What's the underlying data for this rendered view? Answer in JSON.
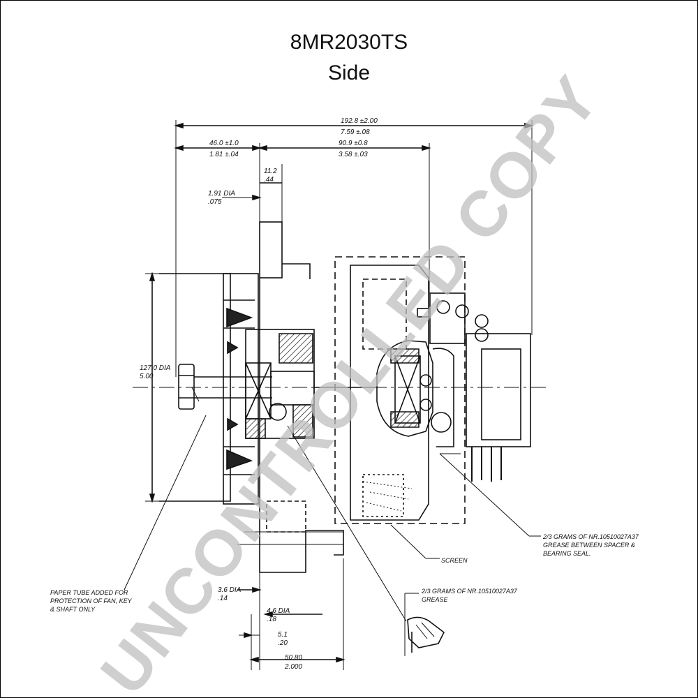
{
  "header": {
    "part_number": "8MR2030TS",
    "view": "Side"
  },
  "dimensions": {
    "overall_length": [
      "192.8 ±2.00",
      "7.59 ±.08"
    ],
    "front_offset": [
      "46.0 ±1.0",
      "1.81 ±.04"
    ],
    "rear_length": [
      "90.9 ±0.8",
      "3.58 ±.03"
    ],
    "flange": [
      "11.2",
      ".44"
    ],
    "hole_dia": [
      "1.91 DIA",
      ".075"
    ],
    "pulley_dia": [
      "127.0 DIA",
      "5.00"
    ],
    "bottom_dia_1": [
      "3.6 DIA",
      ".14"
    ],
    "bottom_dia_2": [
      "4.6 DIA",
      ".18"
    ],
    "bottom_small": [
      "5.1",
      ".20"
    ],
    "bottom_width": [
      "50.80",
      "2.000"
    ]
  },
  "notes": {
    "paper_tube": [
      "PAPER TUBE ADDED FOR",
      "PROTECTION OF FAN, KEY",
      "& SHAFT ONLY"
    ],
    "grease_upper": [
      "2/3 GRAMS OF NR.10510027A37",
      "GREASE BETWEEN SPACER &",
      "BEARING SEAL."
    ],
    "screen": "SCREEN",
    "grease_lower": [
      "2/3 GRAMS OF NR.10510027A37",
      "GREASE"
    ]
  },
  "watermark": "UNCONTROLLED COPY"
}
